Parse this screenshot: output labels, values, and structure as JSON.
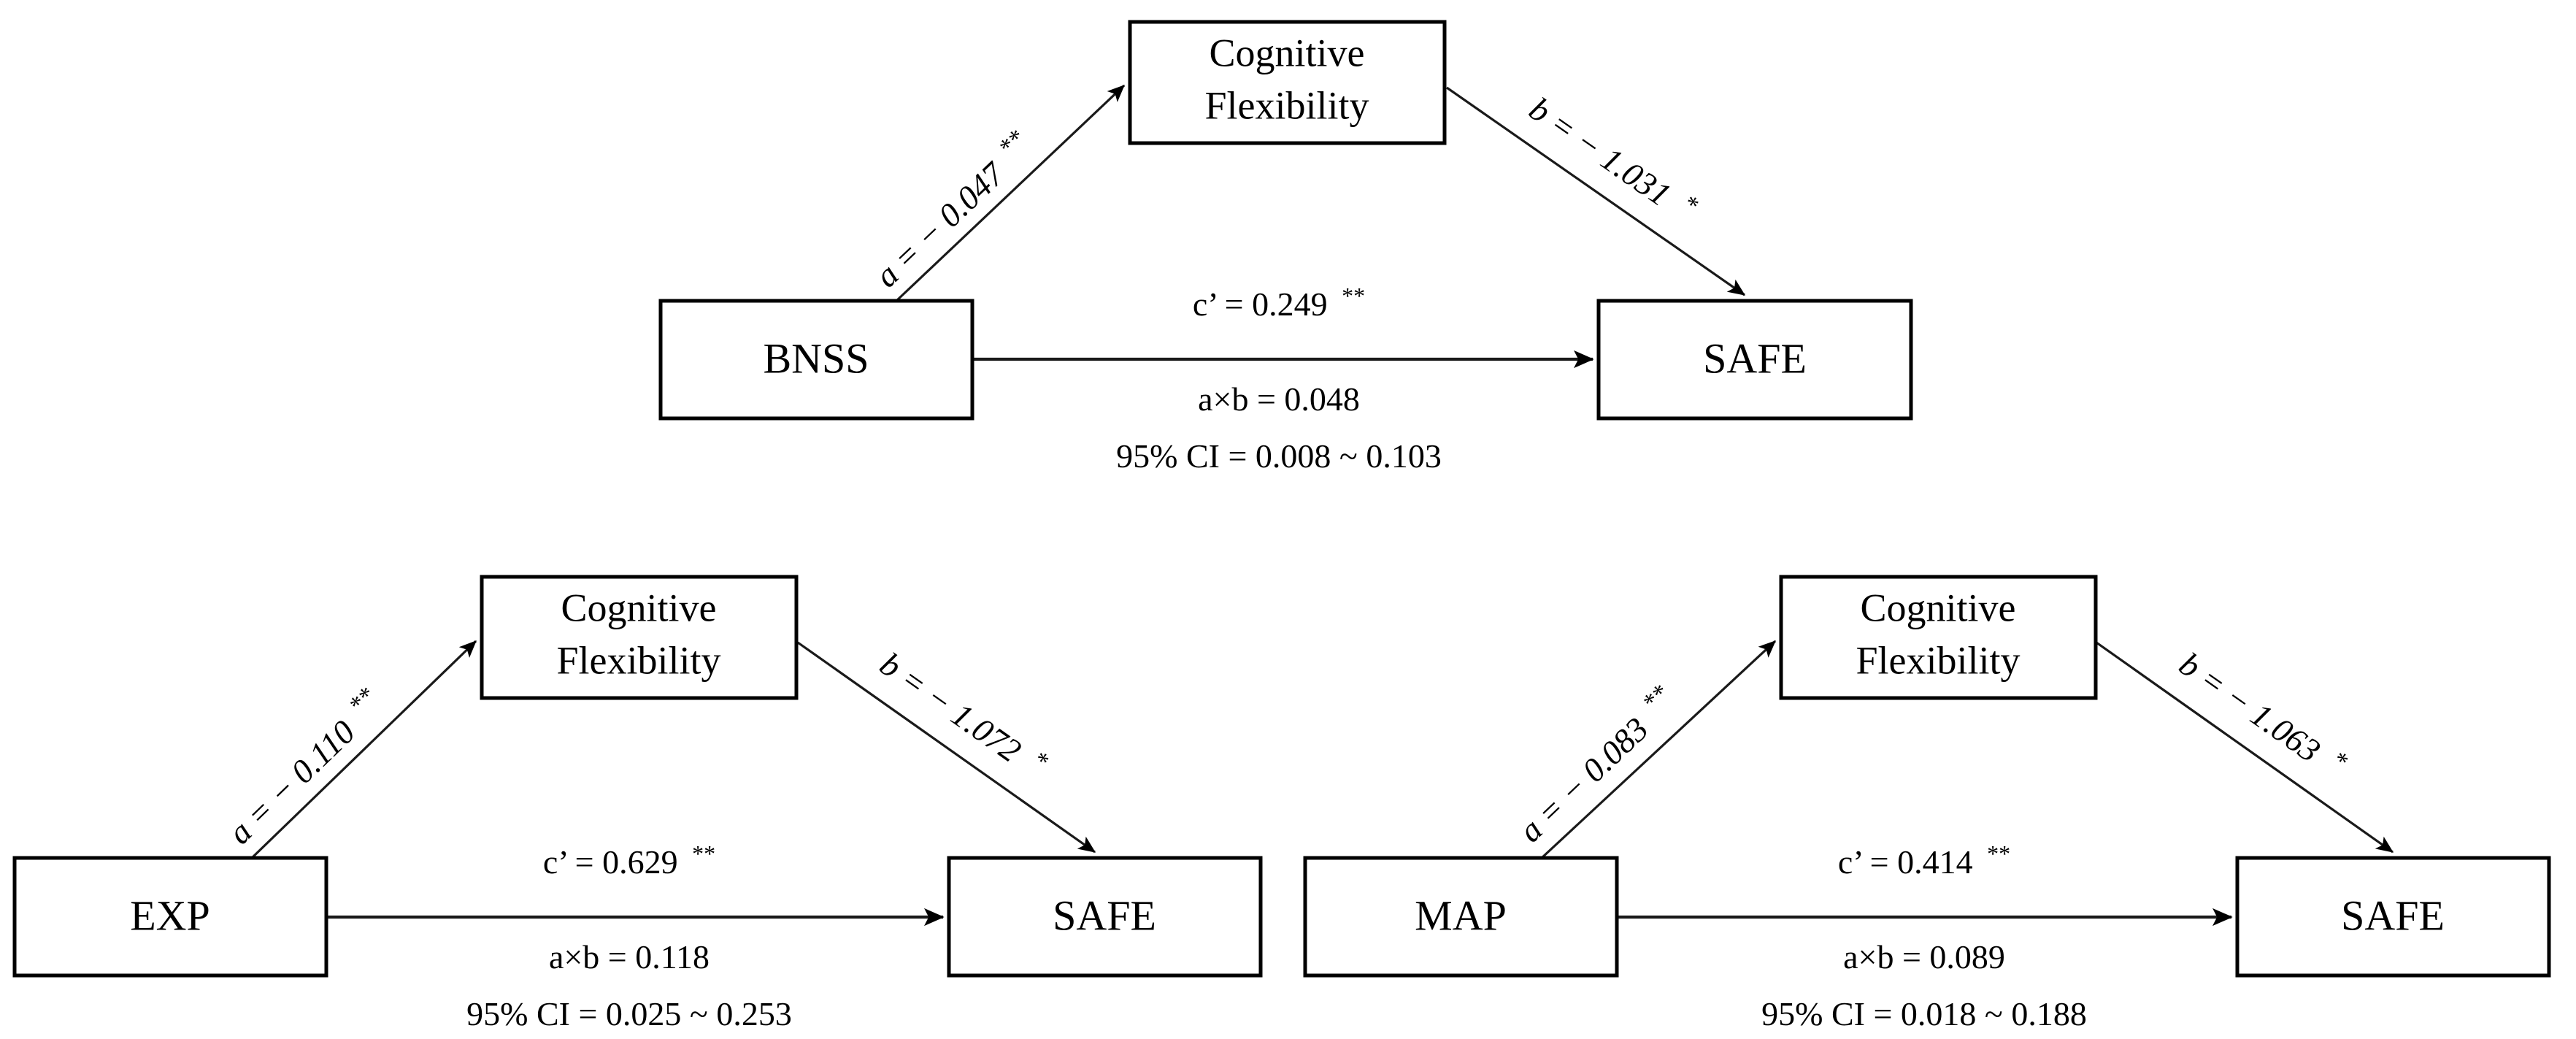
{
  "figure": {
    "type": "mediation-path-diagram-set",
    "panel_count": 3,
    "mediator_label": "Cognitive Flexibility",
    "mediator_line1": "Cognitive",
    "mediator_line2": "Flexibility",
    "outcome_label": "SAFE",
    "significance_one_star": "*",
    "significance_two_star": "**",
    "line_color": "#1a1a1a",
    "box_stroke_color": "#000000",
    "box_fill_color": "#ffffff",
    "text_color": "#000000"
  },
  "panels": [
    {
      "id": "bnss-panel",
      "predictor_label": "BNSS",
      "mediator_line1": "Cognitive",
      "mediator_line2": "Flexibility",
      "outcome_label": "SAFE",
      "a_path_label": "a = − 0.047",
      "a_path_stars": "**",
      "b_path_label": "b = − 1.031",
      "b_path_stars": "*",
      "direct_path_label": "c’ = 0.249",
      "direct_path_stars": "**",
      "indirect_effect_label": "a×b = 0.048",
      "ci_label": "95% CI = 0.008 ~ 0.103"
    },
    {
      "id": "exp-panel",
      "predictor_label": "EXP",
      "mediator_line1": "Cognitive",
      "mediator_line2": "Flexibility",
      "outcome_label": "SAFE",
      "a_path_label": "a = − 0.110",
      "a_path_stars": "**",
      "b_path_label": "b = − 1.072",
      "b_path_stars": "*",
      "direct_path_label": "c’ = 0.629",
      "direct_path_stars": "**",
      "indirect_effect_label": "a×b = 0.118",
      "ci_label": "95% CI = 0.025 ~ 0.253"
    },
    {
      "id": "map-panel",
      "predictor_label": "MAP",
      "mediator_line1": "Cognitive",
      "mediator_line2": "Flexibility",
      "outcome_label": "SAFE",
      "a_path_label": "a = − 0.083",
      "a_path_stars": "**",
      "b_path_label": "b = − 1.063",
      "b_path_stars": "*",
      "direct_path_label": "c’ = 0.414",
      "direct_path_stars": "**",
      "indirect_effect_label": "a×b = 0.089",
      "ci_label": "95% CI = 0.018 ~ 0.188"
    }
  ],
  "chart_data": {
    "type": "diagram",
    "title": "",
    "models": [
      {
        "predictor": "BNSS",
        "mediator": "Cognitive Flexibility",
        "outcome": "SAFE",
        "a": -0.047,
        "a_sig": "**",
        "b": -1.031,
        "b_sig": "*",
        "c_prime": 0.249,
        "c_prime_sig": "**",
        "indirect_ab": 0.048,
        "ci_lower": 0.008,
        "ci_upper": 0.103,
        "ci_level": "95%"
      },
      {
        "predictor": "EXP",
        "mediator": "Cognitive Flexibility",
        "outcome": "SAFE",
        "a": -0.11,
        "a_sig": "**",
        "b": -1.072,
        "b_sig": "*",
        "c_prime": 0.629,
        "c_prime_sig": "**",
        "indirect_ab": 0.118,
        "ci_lower": 0.025,
        "ci_upper": 0.253,
        "ci_level": "95%"
      },
      {
        "predictor": "MAP",
        "mediator": "Cognitive Flexibility",
        "outcome": "SAFE",
        "a": -0.083,
        "a_sig": "**",
        "b": -1.063,
        "b_sig": "*",
        "c_prime": 0.414,
        "c_prime_sig": "**",
        "indirect_ab": 0.089,
        "ci_lower": 0.018,
        "ci_upper": 0.188,
        "ci_level": "95%"
      }
    ]
  }
}
